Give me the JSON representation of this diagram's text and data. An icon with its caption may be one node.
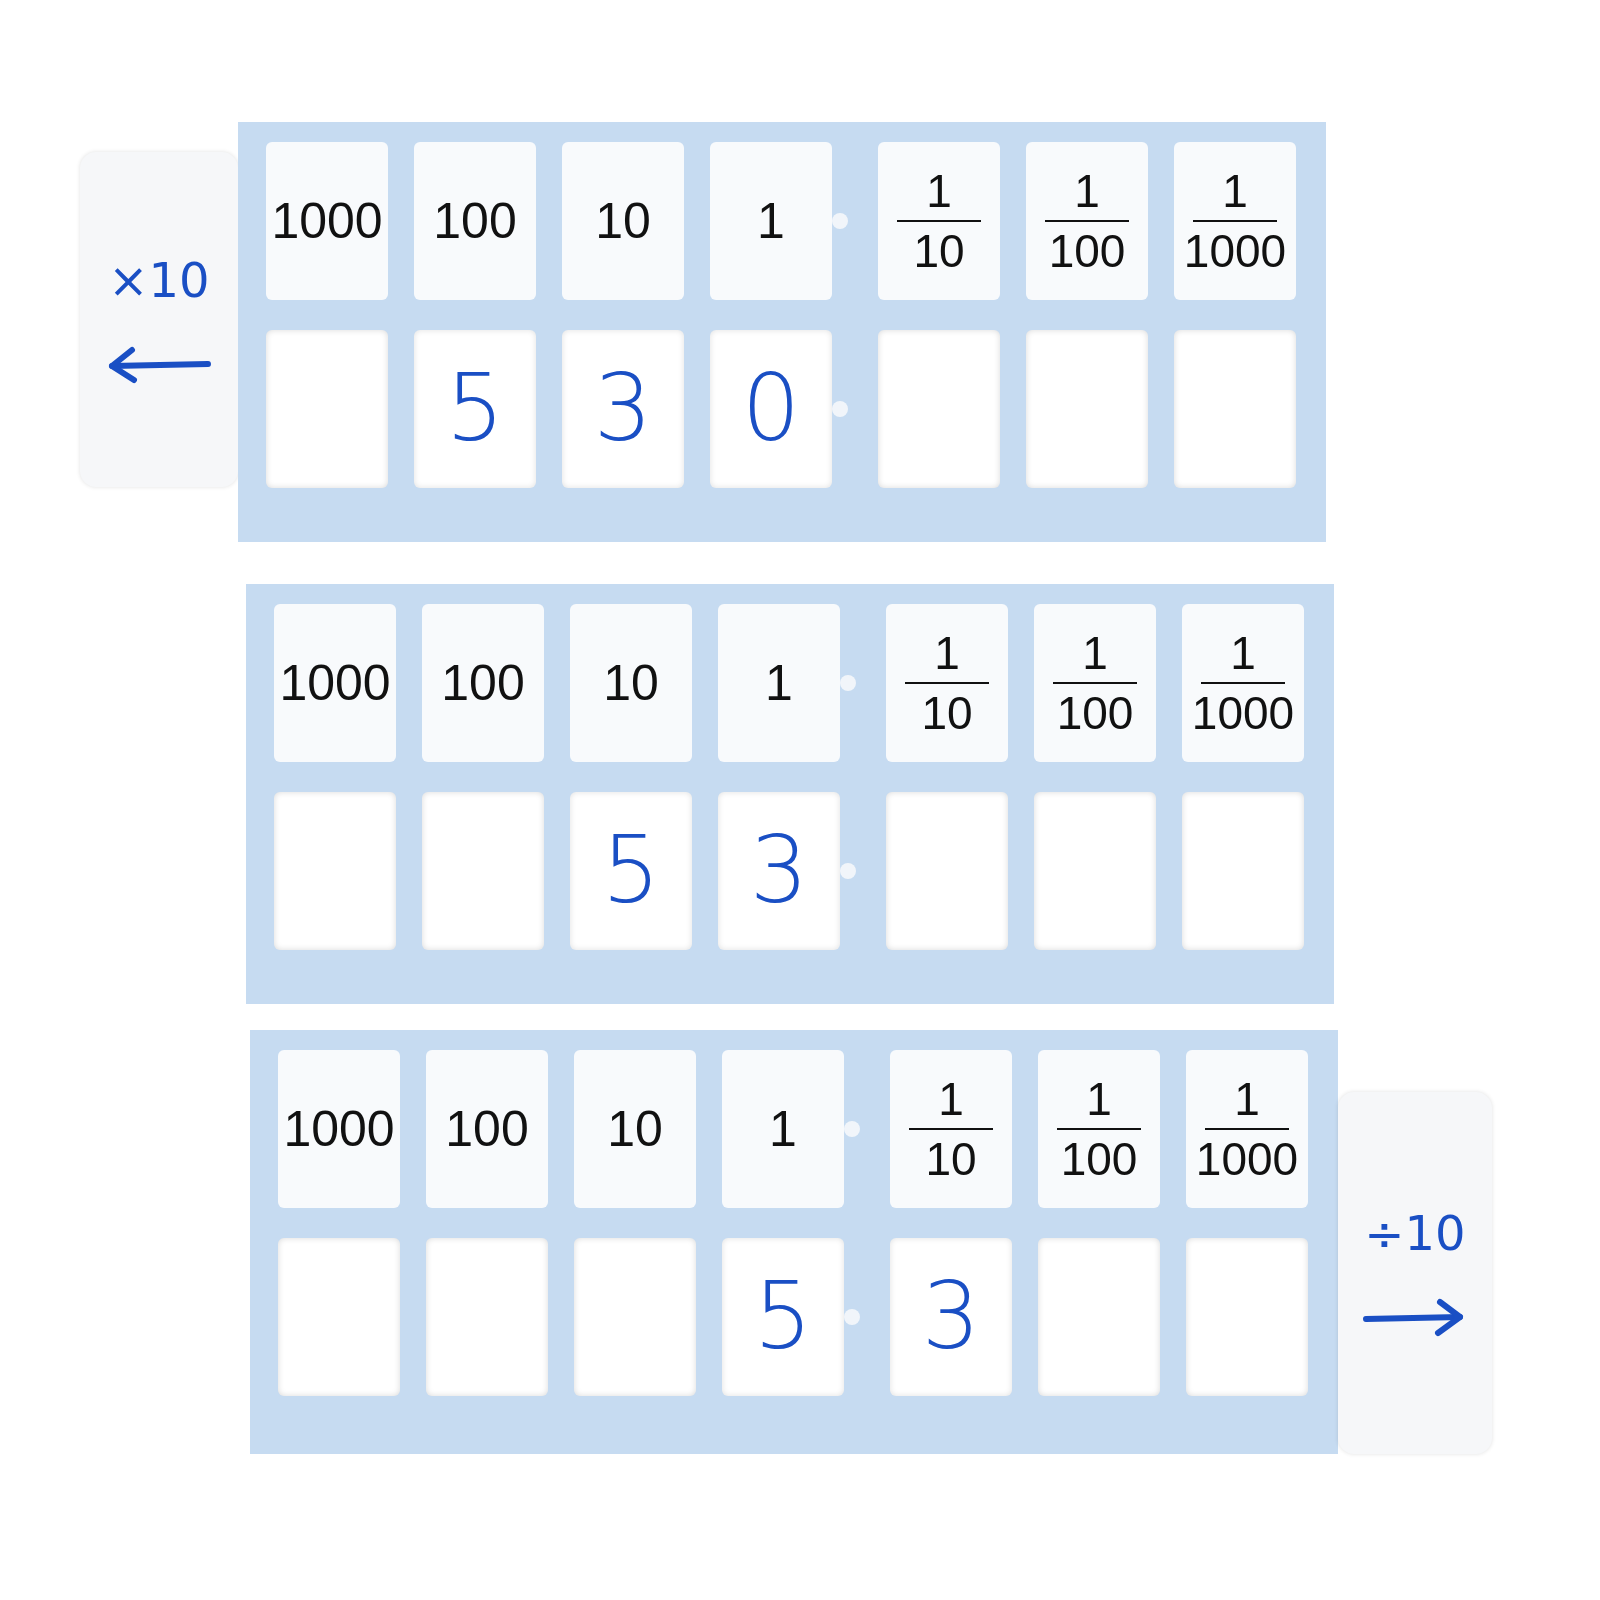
{
  "diagram": {
    "nodes": [
      {
        "text": [
          "×10"
        ]
      },
      {
        "text": [],
        "shape": "box"
      },
      {
        "text": [
          "1000"
        ],
        "in": 1
      },
      {
        "text": [
          "100"
        ],
        "in": 1
      },
      {
        "text": [
          "10"
        ],
        "in": 1
      },
      {
        "text": [
          "1"
        ],
        "in": 1
      },
      {
        "text": [
          "1",
          "10"
        ],
        "in": 1
      },
      {
        "text": [
          "1",
          "100"
        ],
        "in": 1
      },
      {
        "text": [
          "1",
          "1000"
        ],
        "in": 1
      },
      {
        "text": [],
        "shape": "box",
        "in": 1
      },
      {
        "text": [
          "5"
        ],
        "in": 1
      },
      {
        "text": [
          "3"
        ],
        "in": 1
      },
      {
        "text": [
          "0"
        ],
        "in": 1
      },
      {
        "text": [],
        "shape": "box",
        "in": 1
      },
      {
        "text": [],
        "shape": "box",
        "in": 1
      },
      {
        "text": [],
        "shape": "box",
        "in": 1
      },
      {
        "text": [],
        "shape": "box"
      },
      {
        "text": [
          "1000"
        ],
        "in": 16
      },
      {
        "text": [
          "100"
        ],
        "in": 16
      },
      {
        "text": [
          "10"
        ],
        "in": 16
      },
      {
        "text": [
          "1"
        ],
        "in": 16
      },
      {
        "text": [
          "1",
          "10"
        ],
        "in": 16
      },
      {
        "text": [
          "1",
          "100"
        ],
        "in": 16
      },
      {
        "text": [
          "1",
          "1000"
        ],
        "in": 16
      },
      {
        "text": [],
        "shape": "box",
        "in": 16
      },
      {
        "text": [],
        "shape": "box",
        "in": 16
      },
      {
        "text": [
          "5"
        ],
        "in": 16
      },
      {
        "text": [
          "3"
        ],
        "in": 16
      },
      {
        "text": [],
        "shape": "box",
        "in": 16
      },
      {
        "text": [],
        "shape": "box",
        "in": 16
      },
      {
        "text": [],
        "shape": "box",
        "in": 16
      },
      {
        "text": [],
        "shape": "box"
      },
      {
        "text": [
          "1000"
        ],
        "in": 31
      },
      {
        "text": [
          "100"
        ],
        "in": 31
      },
      {
        "text": [
          "10"
        ],
        "in": 31
      },
      {
        "text": [
          "1"
        ],
        "in": 31
      },
      {
        "text": [
          "1",
          "10"
        ],
        "in": 31
      },
      {
        "text": [
          "1",
          "100"
        ],
        "in": 31
      },
      {
        "text": [
          "1",
          "1000"
        ],
        "in": 31
      },
      {
        "text": [],
        "shape": "box",
        "in": 31
      },
      {
        "text": [],
        "shape": "box",
        "in": 31
      },
      {
        "text": [],
        "shape": "box",
        "in": 31
      },
      {
        "text": [
          "5"
        ],
        "in": 31
      },
      {
        "text": [
          "3"
        ],
        "in": 31
      },
      {
        "text": [],
        "shape": "box",
        "in": 31
      },
      {
        "text": [],
        "shape": "box",
        "in": 31
      },
      {
        "text": [
          "÷10"
        ]
      }
    ]
  }
}
